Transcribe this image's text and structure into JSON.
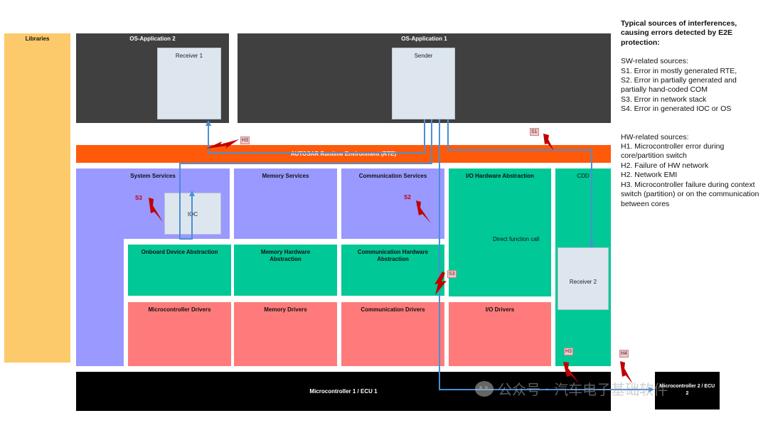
{
  "libraries": "Libraries",
  "os_app2": {
    "title": "OS-Application 2",
    "receiver": "Receiver 1"
  },
  "os_app1": {
    "title": "OS-Application 1",
    "sender": "Sender"
  },
  "rte": "AUTOSAR Runtime Environment (RTE)",
  "system_services": {
    "title": "System Services",
    "ioc": "IOC"
  },
  "memory_services": "Memory Services",
  "communication_services": "Communication Services",
  "io_hw_abstraction": {
    "title": "I/O Hardware Abstraction",
    "note": "Direct function call"
  },
  "cdd": {
    "title": "CDD",
    "receiver": "Receiver 2"
  },
  "onboard_device_abstraction": "Onboard Device Abstraction",
  "memory_hw_abstraction": "Memory Hardware Abstraction",
  "communication_hw_abstraction": "Communication Hardware Abstraction",
  "microcontroller_drivers": "Microcontroller Drivers",
  "memory_drivers": "Memory Drivers",
  "communication_drivers": "Communication Drivers",
  "io_drivers": "I/O Drivers",
  "mcu1": "Microcontroller 1 / ECU 1",
  "mcu2": "Microcontroller 2 / ECU 2",
  "tags": {
    "s1": "S1",
    "s2": "S2",
    "s3a": "S3",
    "s3b": "S3",
    "h3a": "H3",
    "h3b": "H3",
    "h4": "H4"
  },
  "legend": {
    "heading": "Typical sources of interferences, causing errors detected by E2E protection:",
    "sw_title": "SW-related sources:",
    "sw": [
      "S1. Error in mostly generated RTE,",
      "S2. Error in partially generated and partially hand-coded COM",
      "S3. Error in network stack",
      "S4. Error in generated IOC or OS"
    ],
    "hw_title": "HW-related sources:",
    "hw": [
      "H1. Microcontroller error during core/partition switch",
      "H2. Failure of HW network",
      "H2. Network EMI",
      "H3. Microcontroller failure during context switch (partition) or on the communication between cores"
    ]
  },
  "watermark": "公众号 · 汽车电子基础软件",
  "colors": {
    "libraries": "#fcc96b",
    "os_app": "#404040",
    "rte": "#ff5a0a",
    "services": "#9999ff",
    "io_green": "#00c896",
    "drivers": "#ff7b7b",
    "mcu": "#000000",
    "arrow": "#4a8fd6",
    "lightning": "#c00000"
  }
}
